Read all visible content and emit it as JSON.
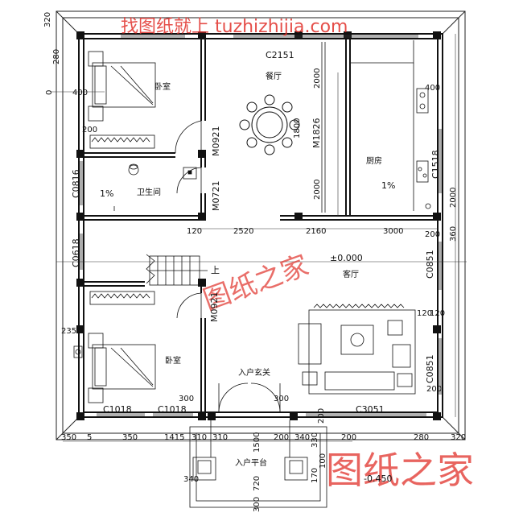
{
  "watermarks": {
    "top": "找图纸就上 tuzhizhijia.com",
    "center": "图纸之家",
    "bottom_right": "图纸之家",
    "color": "#e0302a"
  },
  "rooms": {
    "bedroom_top": "卧室",
    "dining": "餐厅",
    "bathroom": "卫生间",
    "kitchen": "厨房",
    "living": "客厅",
    "bedroom_bottom": "卧室",
    "entrance_hall": "入户玄关",
    "entrance_platform": "入户平台"
  },
  "openings": {
    "c2151": "C2151",
    "m0921_top": "M0921",
    "m0721": "M0721",
    "m1826": "M1826",
    "c1518": "C1518",
    "c0816": "C0816",
    "c0618": "C0618",
    "c0851_top": "C0851",
    "m0921_bottom": "M0921",
    "c0851_bottom": "C0851",
    "c1018_left": "C1018",
    "c1018_right": "C1018",
    "c3051": "C3051"
  },
  "levels": {
    "main": "±0.000",
    "outside": "-0.450"
  },
  "slopes": {
    "bath": "1%",
    "kitchen": "1%"
  },
  "stair_up": "上",
  "dims": {
    "d320": "320",
    "d280_top": "280",
    "d280_br": "280",
    "d0": "0",
    "d400_l": "400",
    "d200_l": "200",
    "d120_a": "120",
    "d2520": "2520",
    "d2160": "2160",
    "d3000": "3000",
    "d200_r1": "200",
    "d360_r1": "360",
    "d400_r": "400",
    "d2000_a": "2000",
    "d1800": "1800",
    "d2000_b": "2000",
    "d120_b": "120",
    "d120_c": "120",
    "d200_r2": "200",
    "d235": "235",
    "d300_l": "300",
    "d300_r": "300",
    "d200_low": "200",
    "d350_a": "350",
    "d5": "5",
    "d350_b": "350",
    "d1415": "1415",
    "d310_a": "310",
    "d310_b": "310",
    "d1500": "1500",
    "d200_p": "200",
    "d340_a": "340",
    "d330": "330",
    "d200_q": "200",
    "d340_b": "340",
    "d720": "720",
    "d300_p": "300",
    "d170": "170",
    "d100": "100",
    "d320_br": "320",
    "d2000_c": "2000"
  }
}
